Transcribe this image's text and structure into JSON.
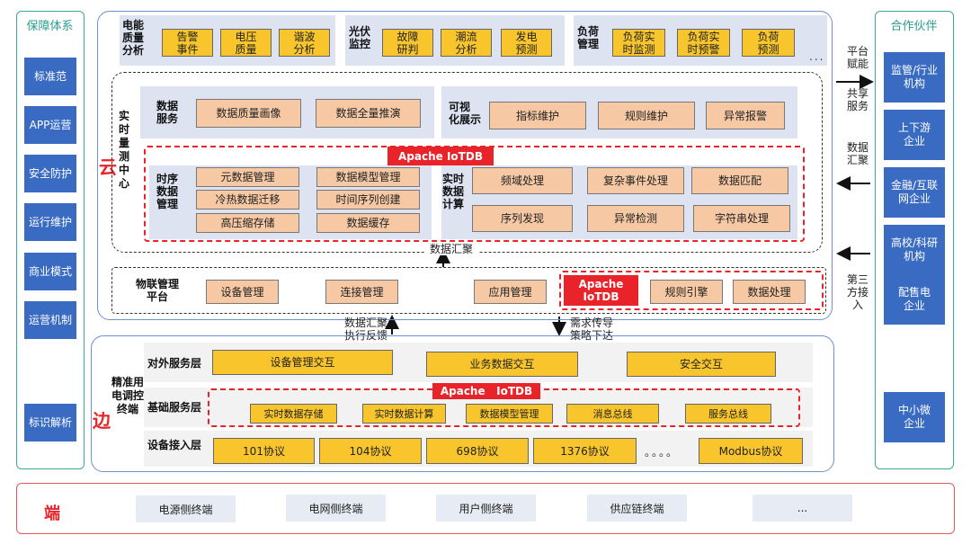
{
  "left_panel": {
    "title": "保障体系",
    "items": [
      "标准范",
      "APP运营",
      "安全防护",
      "运行维护",
      "商业模式",
      "运营机制",
      "标识解析"
    ]
  },
  "right_panel": {
    "title": "合作伙伴",
    "items": [
      "监管/行业\n机构",
      "上下游\n企业",
      "金融/互联\n网企业",
      "高校/科研\n机构",
      "配售电\n企业",
      "中小微\n企业"
    ]
  },
  "labels": {
    "cloud": "云",
    "edge": "边",
    "end": "端",
    "rt_center": "实\n时\n量\n测\n中\n心",
    "data_summary_mid": "数据汇聚",
    "up_note": "数据汇聚\n执行反馈",
    "down_note": "需求传导\n策略下达",
    "right_top": "平台\n赋能",
    "right_share": "共享\n服务",
    "right_data": "数据\n汇聚",
    "right_third": "第三\n方接\n入"
  },
  "top_row": {
    "power_quality": {
      "label": "电能\n质量\n分析",
      "items": [
        "告警\n事件",
        "电压\n质量",
        "谐波\n分析"
      ]
    },
    "pv": {
      "label": "光伏\n监控",
      "items": [
        "故障\n研判",
        "潮流\n分析",
        "发电\n预测"
      ]
    },
    "load": {
      "label": "负荷\n管理",
      "items": [
        "负荷实\n时监测",
        "负荷实\n时预警",
        "负荷\n预测"
      ],
      "ellipsis": "..."
    }
  },
  "cloud_section": {
    "data_service": {
      "label": "数据\n服务",
      "items": [
        "数据质量画像",
        "数据全量推演"
      ]
    },
    "visual": {
      "label": "可视\n化展示",
      "items": [
        "指标维护",
        "规则维护",
        "异常报警"
      ]
    },
    "iotdb_label": "Apache IoTDB",
    "tsdb": {
      "label": "时序\n数据\n管理",
      "items": [
        "元数据管理",
        "数据模型管理",
        "冷热数据迁移",
        "时间序列创建",
        "高压缩存储",
        "数据缓存"
      ]
    },
    "rt_compute": {
      "label": "实时\n数据\n计算",
      "items": [
        "频域处理",
        "复杂事件处理",
        "数据匹配",
        "序列发现",
        "异常检测",
        "字符串处理"
      ]
    }
  },
  "iot_platform": {
    "label": "物联管理\n平台",
    "items": [
      "设备管理",
      "连接管理",
      "应用管理"
    ],
    "iotdb_label": "Apache\nIoTDB",
    "extra_items": [
      "规则引擎",
      "数据处理"
    ]
  },
  "edge_section": {
    "terminal_label": "精准用\n电调控\n终端",
    "external": {
      "label": "对外服务层",
      "items": [
        "设备管理交互",
        "业务数据交互",
        "安全交互"
      ]
    },
    "iotdb_label": "Apache   IoTDB",
    "base": {
      "label": "基础服务层",
      "items": [
        "实时数据存储",
        "实时数据计算",
        "数据模型管理",
        "消息总线",
        "服务总线"
      ]
    },
    "device": {
      "label": "设备接入层",
      "items": [
        "101协议",
        "104协议",
        "698协议",
        "1376协议",
        "Modbus协议"
      ],
      "dots": "。。。。"
    }
  },
  "end_section": {
    "items": [
      "电源侧终端",
      "电网侧终端",
      "用户侧终端",
      "供应链终端",
      "..."
    ]
  }
}
